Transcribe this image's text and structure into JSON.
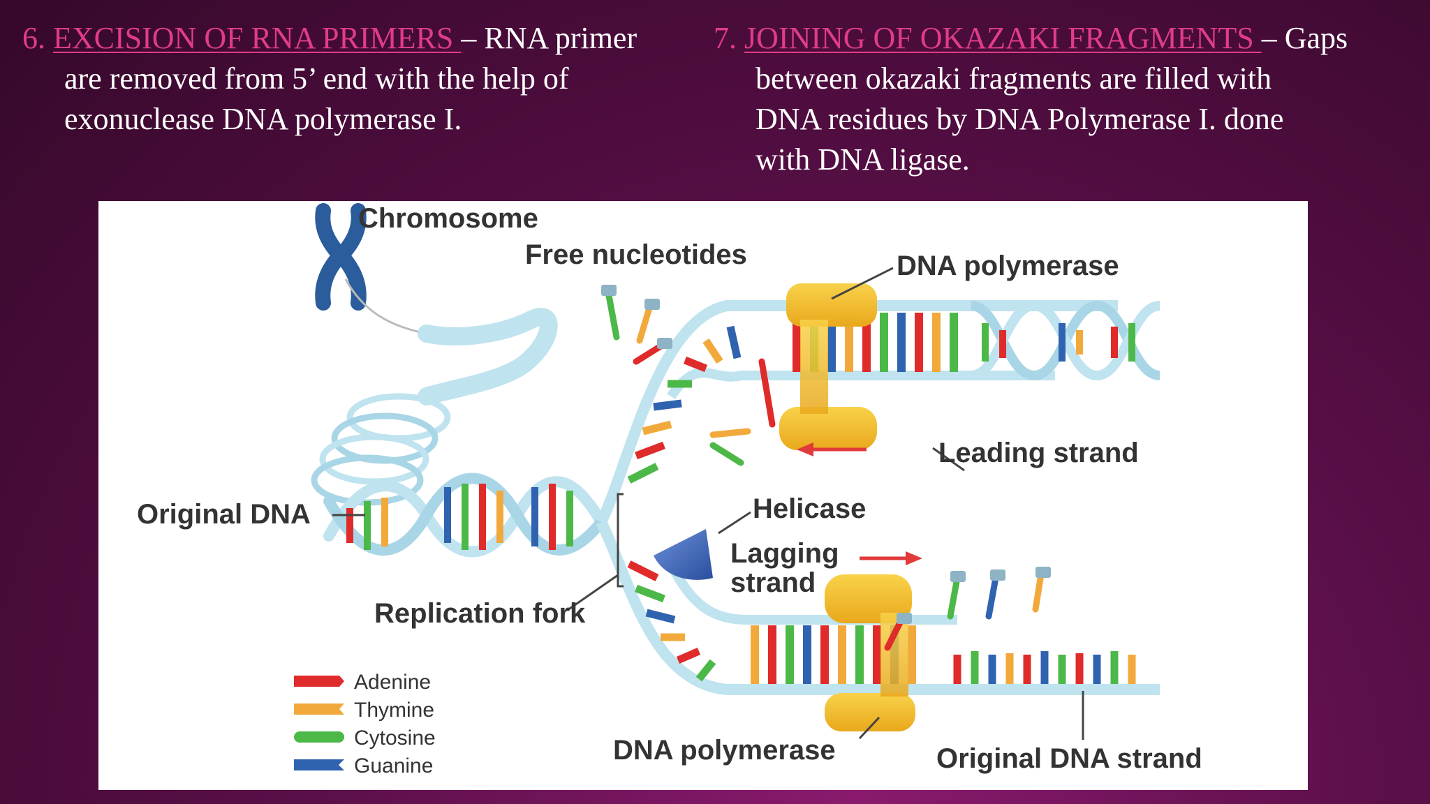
{
  "slide": {
    "left": {
      "number": "6.",
      "term": "EXCISION OF RNA PRIMERS ",
      "dash": "– ",
      "lines": [
        "RNA primer",
        "are removed from 5’ end with the help of",
        "exonuclease DNA polymerase I."
      ]
    },
    "right": {
      "number": "7.",
      "term": "JOINING OF OKAZAKI FRAGMENTS ",
      "dash": "– ",
      "lines": [
        "Gaps",
        "between okazaki fragments are filled with",
        "DNA residues by DNA Polymerase I. done",
        "with DNA ligase."
      ]
    }
  },
  "diagram": {
    "labels": {
      "chromosome": "Chromosome",
      "free_nucleotides": "Free nucleotides",
      "dna_polymerase_top": "DNA polymerase",
      "leading_strand": "Leading strand",
      "original_dna": "Original DNA",
      "helicase": "Helicase",
      "lagging_1": "Lagging",
      "lagging_2": "strand",
      "replication_fork": "Replication fork",
      "dna_polymerase_bottom": "DNA polymerase",
      "original_dna_strand": "Original DNA strand"
    },
    "legend": [
      {
        "name": "Adenine",
        "color": "#e02b2b"
      },
      {
        "name": "Thymine",
        "color": "#f2a93b"
      },
      {
        "name": "Cytosine",
        "color": "#4cb848"
      },
      {
        "name": "Guanine",
        "color": "#2f63b0"
      }
    ],
    "colors": {
      "backbone": "#bfe3ef",
      "backbone_edge": "#5d8fa3",
      "polymerase": "#f5c02a",
      "helicase": "#3a63b8",
      "arrow": "#e03a3a",
      "chromosome": "#2b5c9c"
    }
  }
}
